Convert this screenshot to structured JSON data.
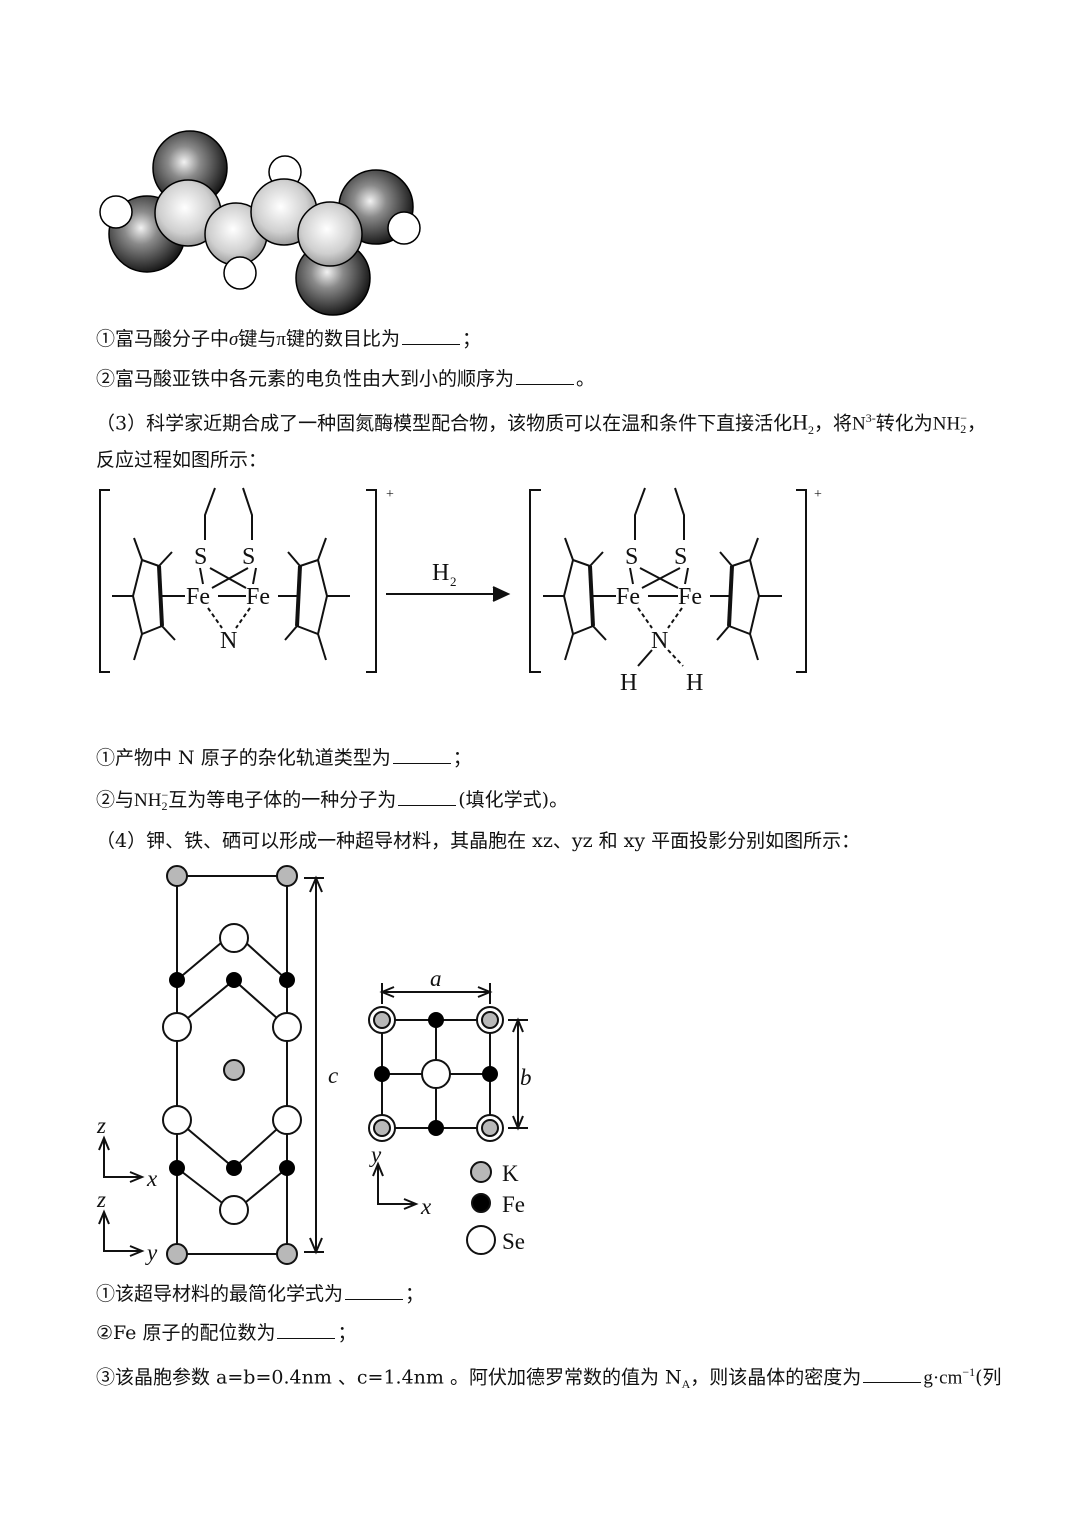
{
  "q2": {
    "line1_a": "①富马酸分子中",
    "sigma": "σ",
    "line1_b": "键与",
    "pi": "π",
    "line1_c": "键的数目比为",
    "line1_end": "；",
    "line2_a": "②富马酸亚铁中各元素的电负性由大到小的顺序为",
    "line2_end": "。"
  },
  "q3": {
    "intro_a": "（3）科学家近期合成了一种固氮酶模型配合物，该物质可以在温和条件下直接活化",
    "h2": "H",
    "h2_sub": "2",
    "intro_b": "，将",
    "n3": "N",
    "n3_sup": "3-",
    "intro_c": "转化为",
    "nh2": "NH",
    "nh2_sup": "−",
    "nh2_sub": "2",
    "intro_d": "，",
    "intro_line2": "反应过程如图所示：",
    "sub1": "①产物中 N 原子的杂化轨道类型为",
    "sub1_end": "；",
    "sub2_a": "②与",
    "sub2_nh2": "NH",
    "sub2_sup": "−",
    "sub2_sub": "2",
    "sub2_b": "互为等电子体的一种分子为",
    "sub2_end": "(填化学式)。",
    "scheme": {
      "S": "S",
      "Fe": "Fe",
      "N": "N",
      "H": "H",
      "plus": "+",
      "arrow_label": "H",
      "arrow_label_sub": "2"
    }
  },
  "q4": {
    "intro": "（4）钾、铁、硒可以形成一种超导材料，其晶胞在 xz、yz 和 xy 平面投影分别如图所示：",
    "label_c": "c",
    "label_a": "a",
    "label_b": "b",
    "axis_z": "z",
    "axis_x": "x",
    "axis_y": "y",
    "legend": [
      {
        "label": "K",
        "color": "#b8b8b8"
      },
      {
        "label": "Fe",
        "color": "#000000"
      },
      {
        "label": "Se",
        "color": "#ffffff"
      }
    ],
    "sub1": "①该超导材料的最简化学式为",
    "sub1_end": "；",
    "sub2": "②Fe 原子的配位数为",
    "sub2_end": "；",
    "sub3_a": "③该晶胞参数 a=b=0.4nm 、c=1.4nm 。阿伏加德罗常数的值为 N",
    "sub3_A": "A",
    "sub3_b": "，则该晶体的密度为",
    "sub3_unit": "g·cm",
    "sub3_exp": "−1",
    "sub3_end": "(列"
  }
}
